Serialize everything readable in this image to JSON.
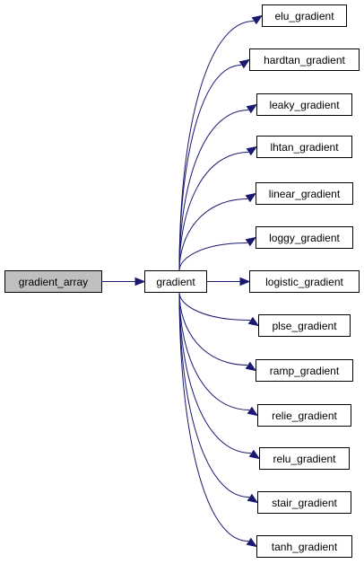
{
  "graph": {
    "root": {
      "id": "gradient_array",
      "label": "gradient_array",
      "highlighted": true
    },
    "center": {
      "id": "gradient",
      "label": "gradient"
    },
    "callees": [
      {
        "id": "elu_gradient",
        "label": "elu_gradient"
      },
      {
        "id": "hardtan_gradient",
        "label": "hardtan_gradient"
      },
      {
        "id": "leaky_gradient",
        "label": "leaky_gradient"
      },
      {
        "id": "lhtan_gradient",
        "label": "lhtan_gradient"
      },
      {
        "id": "linear_gradient",
        "label": "linear_gradient"
      },
      {
        "id": "loggy_gradient",
        "label": "loggy_gradient"
      },
      {
        "id": "logistic_gradient",
        "label": "logistic_gradient"
      },
      {
        "id": "plse_gradient",
        "label": "plse_gradient"
      },
      {
        "id": "ramp_gradient",
        "label": "ramp_gradient"
      },
      {
        "id": "relie_gradient",
        "label": "relie_gradient"
      },
      {
        "id": "relu_gradient",
        "label": "relu_gradient"
      },
      {
        "id": "stair_gradient",
        "label": "stair_gradient"
      },
      {
        "id": "tanh_gradient",
        "label": "tanh_gradient"
      }
    ],
    "colors": {
      "edge": "#191970",
      "root_fill": "#bfbfbf",
      "node_fill": "#ffffff",
      "border": "#000000"
    }
  }
}
